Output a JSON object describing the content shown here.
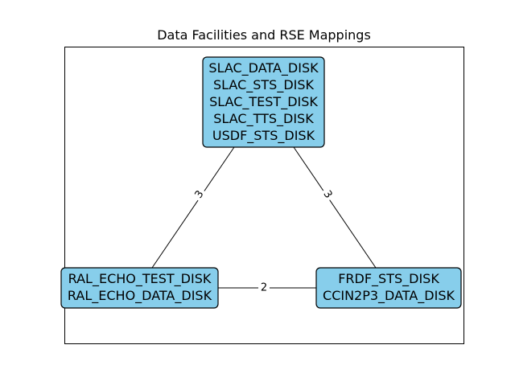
{
  "title": "Data Facilities and RSE Mappings",
  "colors": {
    "node_fill": "#87ceeb",
    "node_stroke": "#000000",
    "edge": "#000000",
    "frame": "#000000",
    "background": "#ffffff"
  },
  "nodes": [
    {
      "id": "slac",
      "lines": [
        "SLAC_DATA_DISK",
        "SLAC_STS_DISK",
        "SLAC_TEST_DISK",
        "SLAC_TTS_DISK",
        "USDF_STS_DISK"
      ]
    },
    {
      "id": "ral",
      "lines": [
        "RAL_ECHO_TEST_DISK",
        "RAL_ECHO_DATA_DISK"
      ]
    },
    {
      "id": "frdf",
      "lines": [
        "FRDF_STS_DISK",
        "CCIN2P3_DATA_DISK"
      ]
    }
  ],
  "edges": [
    {
      "from": "slac",
      "to": "ral",
      "label": "3"
    },
    {
      "from": "slac",
      "to": "frdf",
      "label": "3"
    },
    {
      "from": "ral",
      "to": "frdf",
      "label": "2"
    }
  ]
}
